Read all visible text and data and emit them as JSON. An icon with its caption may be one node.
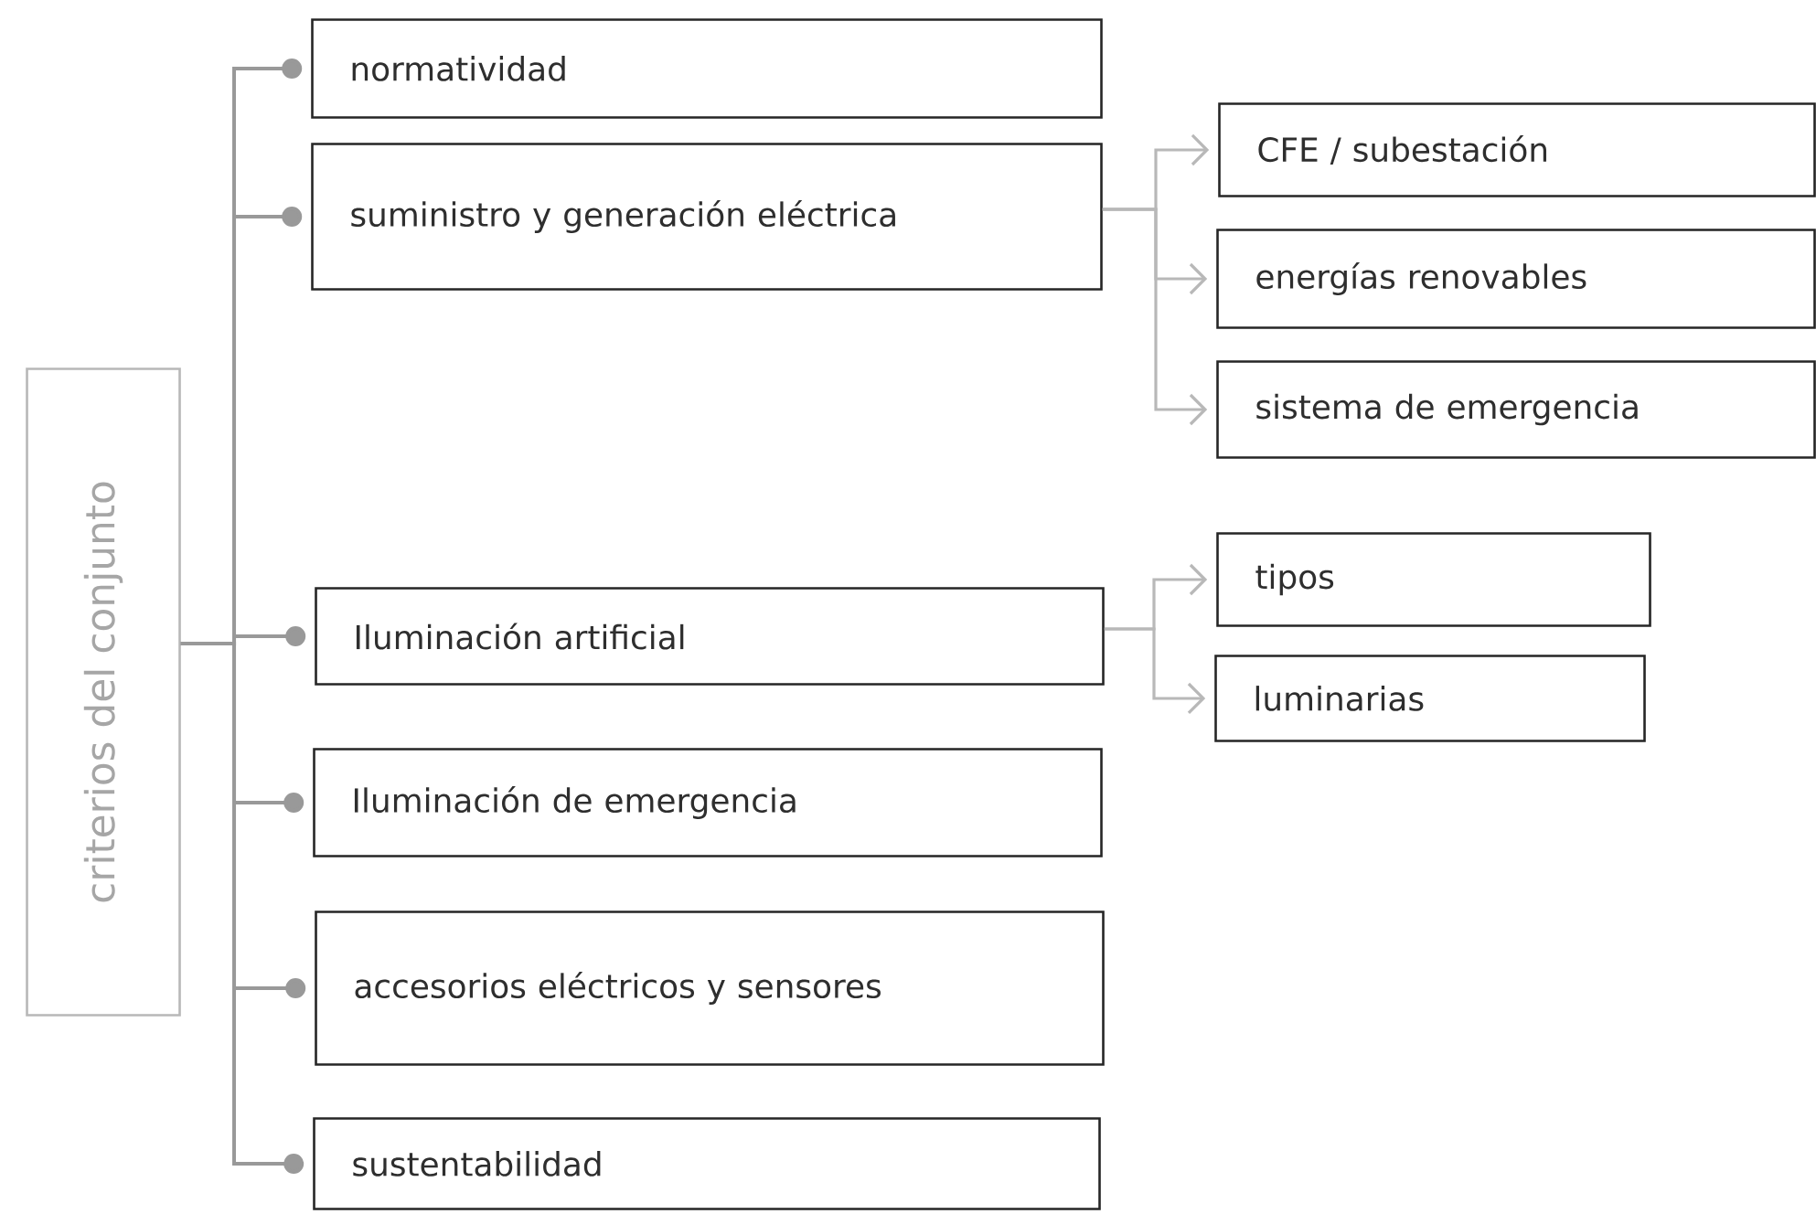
{
  "diagram": {
    "nodes": [
      {
        "text": [
          "criterios del conjunto"
        ]
      },
      {
        "text": [
          "normatividad"
        ]
      },
      {
        "text": [
          "suministro y generación eléctrica"
        ]
      },
      {
        "text": [
          "CFE / subestación"
        ]
      },
      {
        "text": [
          "energías renovables"
        ]
      },
      {
        "text": [
          "sistema de emergencia"
        ]
      },
      {
        "text": [
          "Iluminación artificial"
        ]
      },
      {
        "text": [
          "tipos"
        ]
      },
      {
        "text": [
          "luminarias"
        ]
      },
      {
        "text": [
          "Iluminación de emergencia"
        ]
      },
      {
        "text": [
          "accesorios eléctricos y sensores"
        ]
      },
      {
        "text": [
          "sustentabilidad"
        ]
      }
    ],
    "edges": [
      {
        "from": 0,
        "to": 1,
        "arrow": "other"
      },
      {
        "from": 0,
        "to": 2,
        "arrow": "other"
      },
      {
        "from": 0,
        "to": 6,
        "arrow": "other"
      },
      {
        "from": 0,
        "to": 9,
        "arrow": "other"
      },
      {
        "from": 0,
        "to": 10,
        "arrow": "other"
      },
      {
        "from": 0,
        "to": 11,
        "arrow": "other"
      },
      {
        "from": 2,
        "to": 3,
        "arrow": "to"
      },
      {
        "from": 2,
        "to": 4,
        "arrow": "to"
      },
      {
        "from": 2,
        "to": 5,
        "arrow": "to"
      },
      {
        "from": 6,
        "to": 7,
        "arrow": "to"
      },
      {
        "from": 6,
        "to": 8,
        "arrow": "to"
      }
    ]
  }
}
